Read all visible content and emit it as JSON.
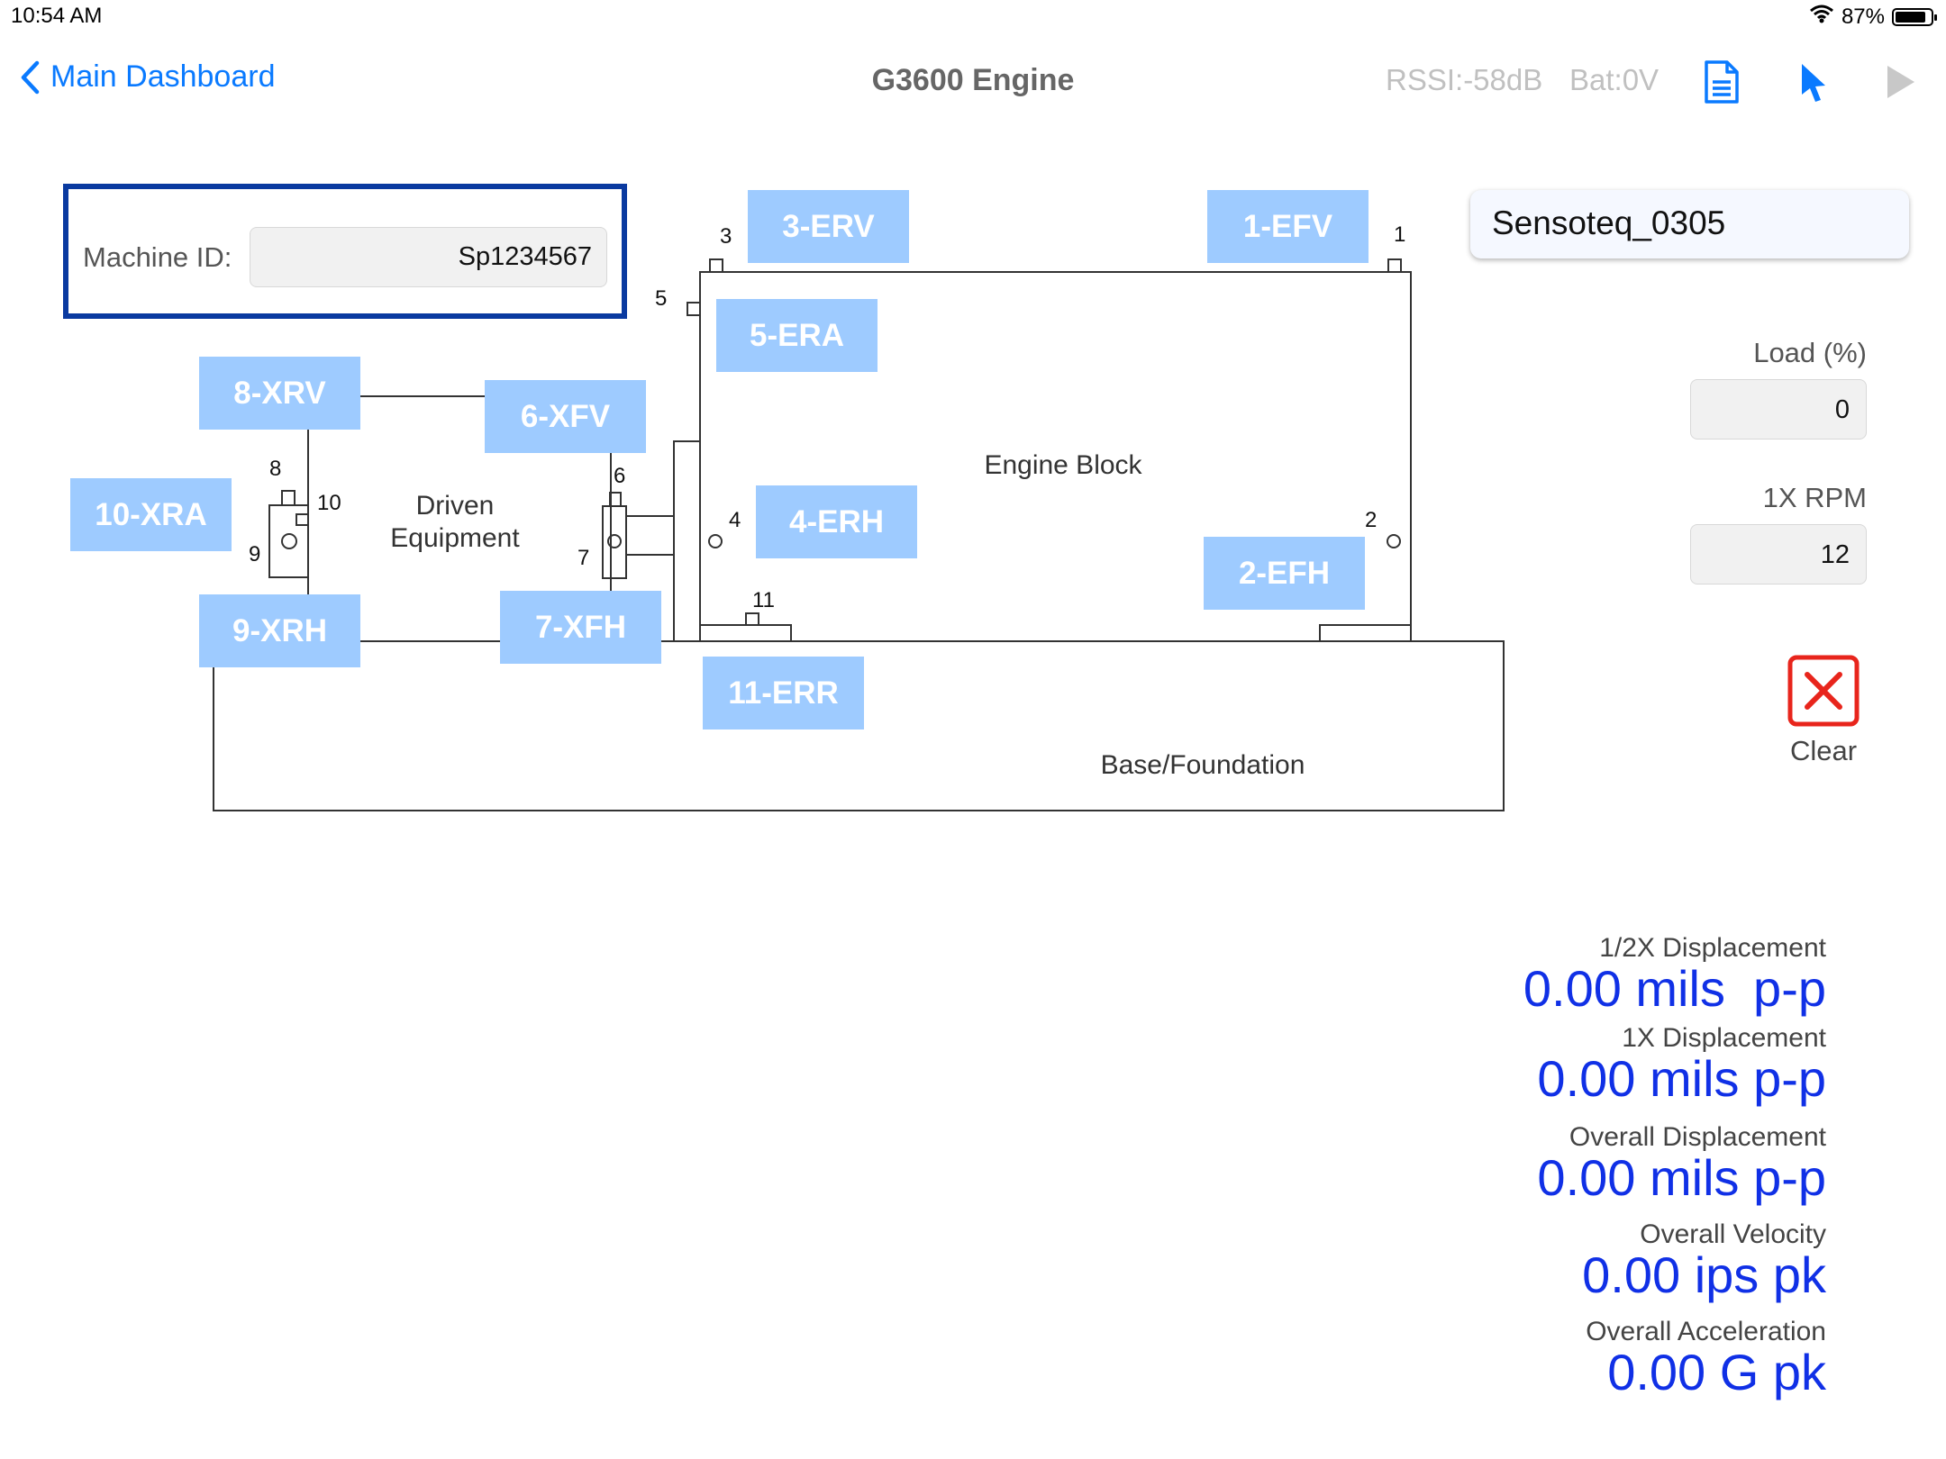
{
  "status_bar": {
    "time": "10:54 AM",
    "battery": "87%",
    "battery_level": 0.87
  },
  "nav": {
    "back_label": "Main Dashboard",
    "title": "G3600 Engine",
    "rssi": "RSSI:-58dB",
    "bat": "Bat:0V",
    "icons": [
      "wifi-icon",
      "battery-icon",
      "chevron-left-icon",
      "document-icon",
      "pointer-icon",
      "play-icon"
    ]
  },
  "machine": {
    "label": "Machine ID:",
    "value": "Sp1234567"
  },
  "sensor": {
    "name": "Sensoteq_0305"
  },
  "params": {
    "load_label": "Load (%)",
    "load_value": "0",
    "rpm_label": "1X RPM",
    "rpm_value": "12"
  },
  "clear_label": "Clear",
  "diagram": {
    "engine_block": "Engine Block",
    "driven_line1": "Driven",
    "driven_line2": "Equipment",
    "base": "Base/Foundation",
    "numbers": {
      "n1": "1",
      "n2": "2",
      "n3": "3",
      "n4": "4",
      "n5": "5",
      "n6": "6",
      "n7": "7",
      "n8": "8",
      "n9": "9",
      "n10": "10",
      "n11": "11"
    },
    "locations": {
      "erv": "3-ERV",
      "efv": "1-EFV",
      "era": "5-ERA",
      "xrv": "8-XRV",
      "xfv": "6-XFV",
      "xra": "10-XRA",
      "erh": "4-ERH",
      "efh": "2-EFH",
      "xrh": "9-XRH",
      "xfh": "7-XFH",
      "err": "11-ERR"
    }
  },
  "metrics": [
    {
      "label": "1/2X Displacement",
      "value": "0.00 mils  p-p"
    },
    {
      "label": "1X Displacement",
      "value": "0.00 mils p-p"
    },
    {
      "label": "Overall Displacement",
      "value": "0.00 mils p-p"
    },
    {
      "label": "Overall Velocity",
      "value": "0.00 ips pk"
    },
    {
      "label": "Overall Acceleration",
      "value": "0.00 G pk"
    }
  ],
  "colors": {
    "accent": "#0a7aff",
    "label_bg": "#9ecbff",
    "machine_border": "#0a3aa0",
    "metric_value": "#1030e6",
    "clear_red": "#e8251c"
  }
}
